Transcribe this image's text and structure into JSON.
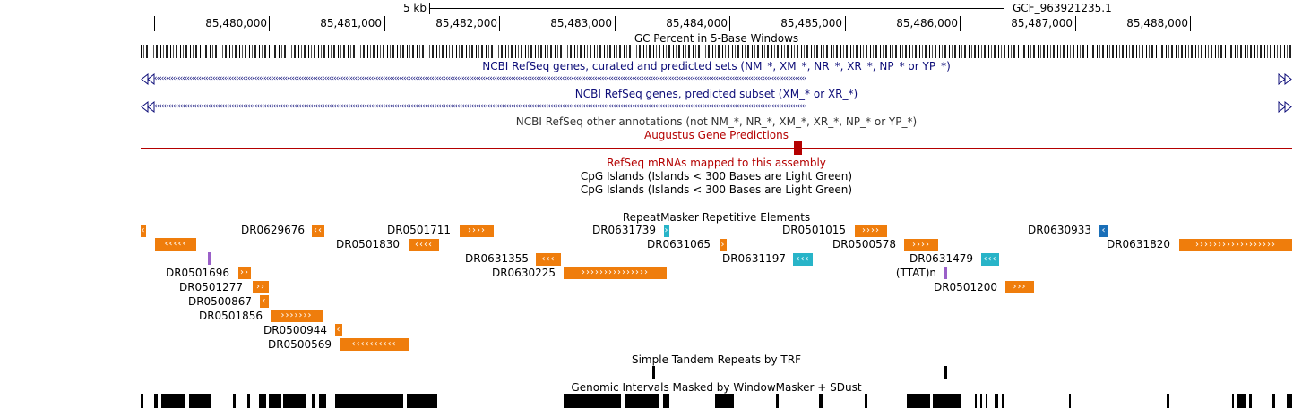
{
  "ruler": {
    "scale": "5 kb",
    "assembly": "GCF_963921235.1",
    "coords": [
      "85,480,000",
      "85,481,000",
      "85,482,000",
      "85,483,000",
      "85,484,000",
      "85,485,000",
      "85,486,000",
      "85,487,000",
      "85,488,000"
    ]
  },
  "tracks": {
    "gc": "GC Percent in 5-Base Windows",
    "refseq_all": "NCBI RefSeq genes, curated and predicted sets (NM_*, XM_*, NR_*, XR_*, NP_* or YP_*)",
    "refseq_pred": "NCBI RefSeq genes, predicted subset (XM_* or XR_*)",
    "refseq_other": "NCBI RefSeq other annotations (not NM_*, NR_*, XM_*, XR_*, NP_* or YP_*)",
    "augustus": "Augustus Gene Predictions",
    "mrna": "RefSeq mRNAs mapped to this assembly",
    "cpg1": "CpG Islands (Islands < 300 Bases are Light Green)",
    "cpg2": "CpG Islands (Islands < 300 Bases are Light Green)",
    "rmsk": "RepeatMasker Repetitive Elements",
    "trf": "Simple Tandem Repeats by TRF",
    "wm": "Genomic Intervals Masked by WindowMasker + SDust"
  },
  "colors": {
    "gene": "#0c0c78",
    "augustus": "#b40000",
    "repeat_orange": "#ef7d0c",
    "repeat_cyan": "#28b4c8",
    "repeat_blue": "#1a6fb8",
    "repeat_purple": "#9a60c8"
  },
  "repeats": {
    "DR0629676": "DR0629676",
    "DR0501711": "DR0501711",
    "DR0631739": "DR0631739",
    "DR0501015": "DR0501015",
    "DR0630933": "DR0630933",
    "DR0501830": "DR0501830",
    "DR0631065": "DR0631065",
    "DR0500578": "DR0500578",
    "DR0631820": "DR0631820",
    "DR0631355": "DR0631355",
    "DR0631197": "DR0631197",
    "DR0631479": "DR0631479",
    "DR0501696": "DR0501696",
    "DR0630225": "DR0630225",
    "TTATn": "(TTAT)n",
    "DR0501277": "DR0501277",
    "DR0501200": "DR0501200",
    "DR0500867": "DR0500867",
    "DR0501856": "DR0501856",
    "DR0500944": "DR0500944",
    "DR0500569": "DR0500569"
  }
}
